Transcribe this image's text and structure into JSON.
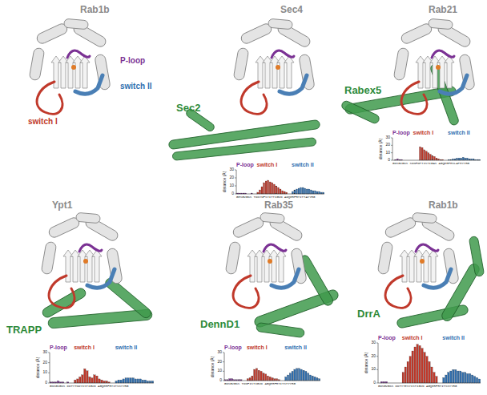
{
  "diagram": {
    "labels": [
      "Rab1b",
      "P-loop",
      "switch I",
      "switch II",
      "Sec4",
      "Sec2",
      "P-loop",
      "switch I",
      "switch II",
      "distance (Å)",
      "30",
      "20",
      "10",
      "0",
      "GESGVGKS TDKYNFSYITTIGVD ADQERFRTITTAYYRG",
      "Rab21",
      "Rabex5",
      "P-loop",
      "switch I",
      "switch II",
      "distance (Å)",
      "30",
      "20",
      "10",
      "0",
      "GDSGVGKS SDNFDPTISTIGAS AGQERFHSLAPMYYRG",
      "Ypt1",
      "TRAPP",
      "P-loop",
      "switch I",
      "switch II",
      "distance (Å)",
      "30",
      "20",
      "10",
      "0",
      "GNSGVGKS DDTYTNDYISTIGVD AGQERFRTITSSYYRG",
      "Rab35",
      "DennD1",
      "P-loop",
      "switch I",
      "switch II",
      "distance (Å)",
      "30",
      "20",
      "10",
      "0",
      "GDSGVGKS TDNFISTIGVD AGQERFRTITSTYYRG",
      "Rab1b",
      "DrrA",
      "P-loop",
      "switch I",
      "switch II",
      "distance (Å)",
      "30",
      "20",
      "10",
      "0",
      "GDSGVGKS DDTYTESYISTIGVD AGQERFRTITSSYYRG"
    ]
  }
}
